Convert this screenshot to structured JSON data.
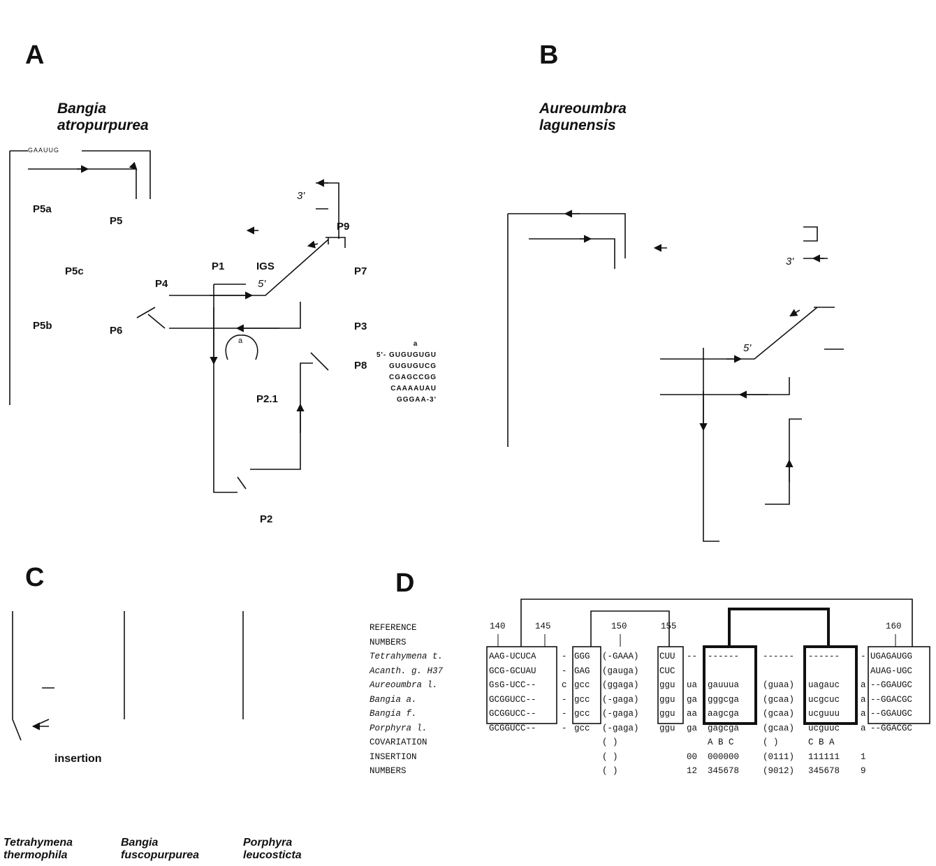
{
  "panels": {
    "a": {
      "letter": "A",
      "species_line1": "Bangia",
      "species_line2": "atropurpurea"
    },
    "b": {
      "letter": "B",
      "species_line1": "Aureoumbra",
      "species_line2": "lagunensis"
    },
    "c": {
      "letter": "C"
    },
    "d": {
      "letter": "D"
    }
  },
  "panel_a_labels": {
    "p5a": "P5a",
    "p5c": "P5c",
    "p5b": "P5b",
    "p5": "P5",
    "p4": "P4",
    "p6": "P6",
    "p1": "P1",
    "igs": "IGS",
    "five_prime": "5'",
    "three_prime": "3'",
    "p9": "P9",
    "p7": "P7",
    "p3": "P3",
    "p8": "P8",
    "p21": "P2.1",
    "p2": "P2",
    "loop_a": "a",
    "top_seq": "GAAUUG"
  },
  "panel_a_insert": {
    "header": "a",
    "lines": [
      "5'- GUGUGUGU",
      "GUGUGUCG",
      "CGAGCCGG",
      "CAAAAUAU",
      "GGGAA-3'"
    ]
  },
  "panel_b_labels": {
    "five_prime": "5'",
    "three_prime": "3'"
  },
  "panel_c": {
    "species": [
      {
        "line1": "Tetrahymena",
        "line2": "thermophila"
      },
      {
        "line1": "Bangia",
        "line2": "fuscopurpurea"
      },
      {
        "line1": "Porphyra",
        "line2": "leucosticta"
      }
    ],
    "insertion_label": "insertion"
  },
  "panel_d": {
    "numbers": [
      "140",
      "145",
      "150",
      "155",
      "160"
    ],
    "rows": [
      {
        "label": "REFERENCE",
        "cells": []
      },
      {
        "label": "NUMBERS",
        "cells": []
      },
      {
        "label": "Tetrahymena t.",
        "italic": true,
        "cells": [
          "AAG-UCUCA",
          "-",
          "GGG",
          "(-GAAA)",
          "CUU",
          "--",
          "------",
          "------",
          "------",
          "-",
          "UGAGAUGG"
        ]
      },
      {
        "label": "Acanth. g. H37",
        "italic": true,
        "cells": [
          "GCG-GCUAU",
          "-",
          "GAG",
          "(gauga)",
          "CUC",
          "",
          "",
          "",
          "",
          "",
          "AUAG-UGC"
        ]
      },
      {
        "label": "Aureoumbra l.",
        "italic": true,
        "cells": [
          "GsG-UCC--",
          "c",
          "gcc",
          "(ggaga)",
          "ggu",
          "ua",
          "gauuua",
          "(guaa)",
          "uagauc",
          "a",
          "--GGAUGC"
        ]
      },
      {
        "label": "Bangia a.",
        "italic": true,
        "cells": [
          "GCGGUCC--",
          "-",
          "gcc",
          "(-gaga)",
          "ggu",
          "ga",
          "gggcga",
          "(gcaa)",
          "ucgcuc",
          "a",
          "--GGACGC"
        ]
      },
      {
        "label": "Bangia f.",
        "italic": true,
        "cells": [
          "GCGGUCC--",
          "-",
          "gcc",
          "(-gaga)",
          "ggu",
          "aa",
          "aagcga",
          "(gcaa)",
          "ucguuu",
          "a",
          "--GGAUGC"
        ]
      },
      {
        "label": "Porphyra l.",
        "italic": true,
        "cells": [
          "GCGGUCC--",
          "-",
          "gcc",
          "(-gaga)",
          "ggu",
          "ga",
          "gagcga",
          "(gcaa)",
          "ucguuc",
          "a",
          "--GGACGC"
        ]
      },
      {
        "label": "COVARIATION",
        "cells": [
          "",
          "",
          "",
          "(    )",
          "",
          "",
          "A B C",
          "(    )",
          "C B A",
          "",
          ""
        ]
      },
      {
        "label": "INSERTION",
        "cells": [
          "",
          "",
          "",
          "(    )",
          "",
          "00",
          "000000",
          "(0111)",
          "111111",
          "1",
          ""
        ]
      },
      {
        "label": "NUMBERS",
        "cells": [
          "",
          "",
          "",
          "(    )",
          "",
          "12",
          "345678",
          "(9012)",
          "345678",
          "9",
          ""
        ]
      }
    ]
  }
}
